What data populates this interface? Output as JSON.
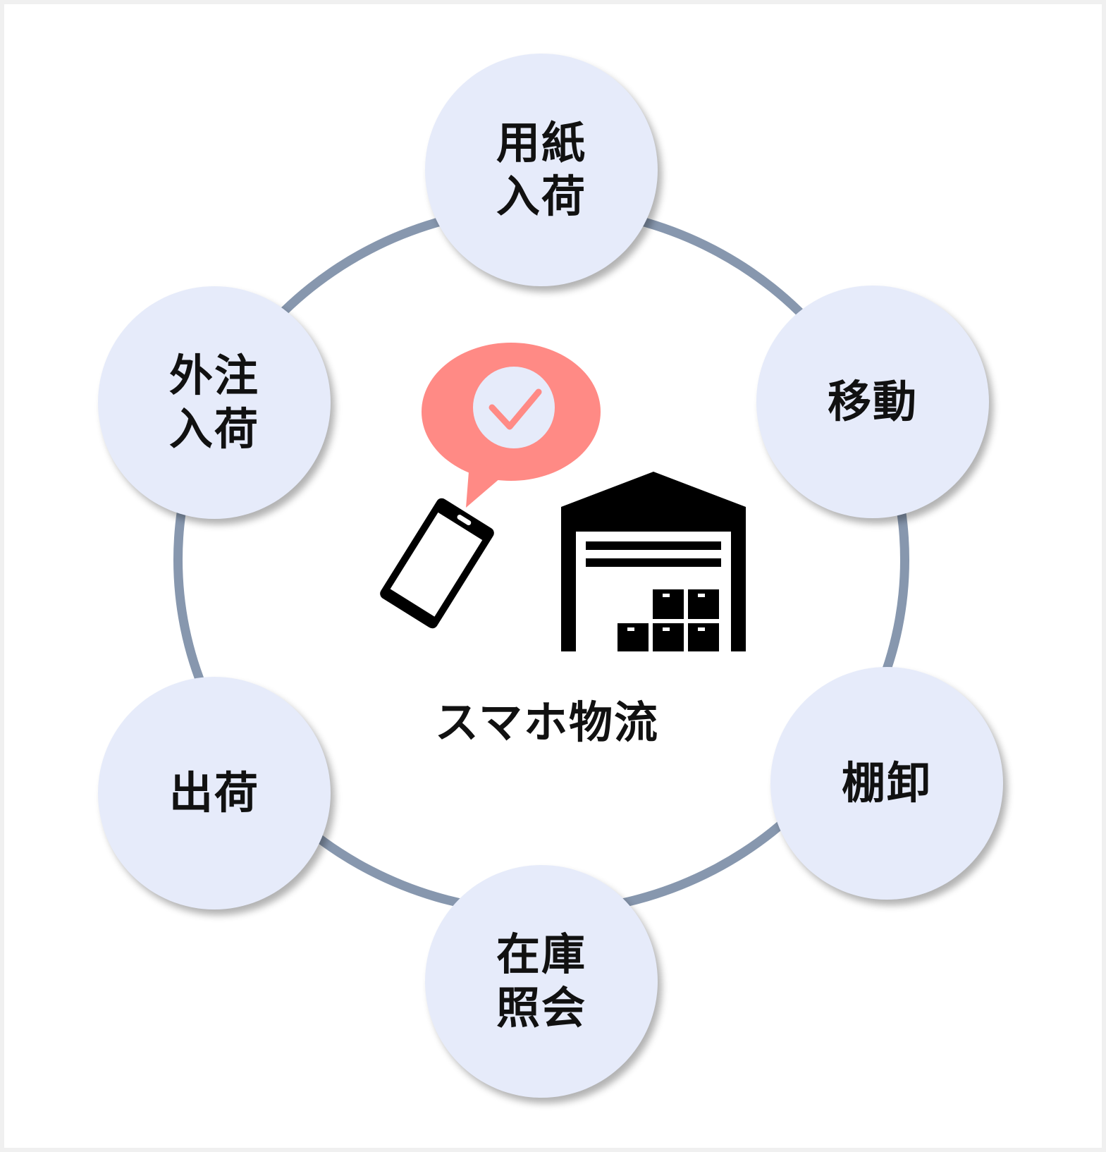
{
  "center": {
    "title": "スマホ物流"
  },
  "nodes": {
    "paper_receiving": {
      "line1": "用紙",
      "line2": "入荷"
    },
    "transfer": {
      "line1": "移動"
    },
    "stocktaking": {
      "line1": "棚卸"
    },
    "inventory_inquiry": {
      "line1": "在庫",
      "line2": "照会"
    },
    "shipping": {
      "line1": "出荷"
    },
    "outsourced_receiving": {
      "line1": "外注",
      "line2": "入荷"
    }
  },
  "colors": {
    "ring": "#8797ae",
    "node_fill": "#e6ebfa",
    "speech_bubble": "#ff8a85",
    "icon": "#000000"
  },
  "icons": [
    "speech-bubble-check-icon",
    "smartphone-icon",
    "warehouse-icon"
  ]
}
